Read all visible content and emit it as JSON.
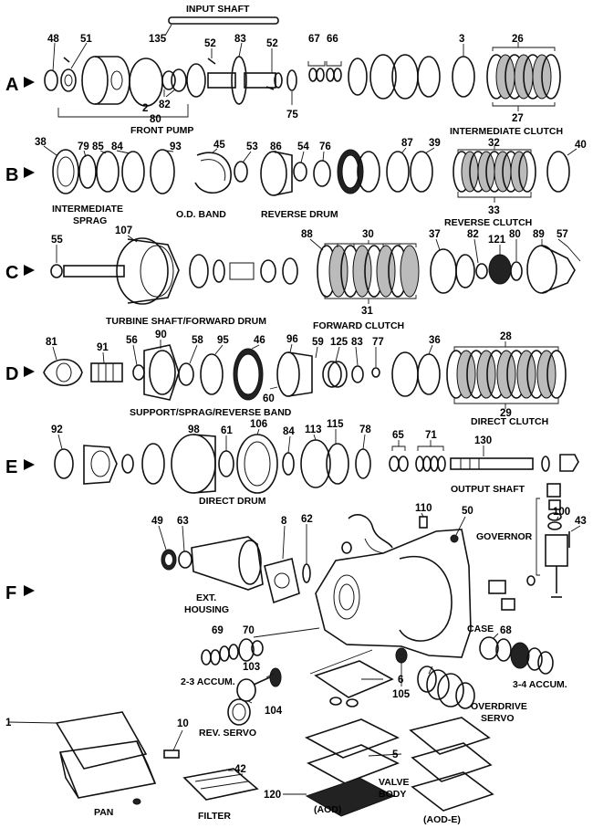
{
  "rows": {
    "a": "A",
    "b": "B",
    "c": "C",
    "d": "D",
    "e": "E",
    "f": "F"
  },
  "captions": {
    "input_shaft": "INPUT SHAFT",
    "front_pump": "FRONT PUMP",
    "intermediate_clutch": "INTERMEDIATE CLUTCH",
    "intermediate": "INTERMEDIATE",
    "sprag": "SPRAG",
    "od_band": "O.D. BAND",
    "reverse_drum": "REVERSE DRUM",
    "reverse_clutch": "REVERSE CLUTCH",
    "turbine_shaft_forward_drum": "TURBINE SHAFT/FORWARD DRUM",
    "forward_clutch": "FORWARD CLUTCH",
    "support_sprag_reverse_band": "SUPPORT/SPRAG/REVERSE BAND",
    "direct_clutch": "DIRECT CLUTCH",
    "direct_drum": "DIRECT DRUM",
    "output_shaft": "OUTPUT SHAFT",
    "governor": "GOVERNOR",
    "ext": "EXT.",
    "housing": "HOUSING",
    "case": "CASE",
    "accum_23": "2-3 ACCUM.",
    "accum_34": "3-4 ACCUM.",
    "overdrive": "OVERDRIVE",
    "servo": "SERVO",
    "rev_servo": "REV. SERVO",
    "valve": "VALVE",
    "body": "BODY",
    "aod": "(AOD)",
    "aode": "(AOD-E)",
    "pan": "PAN",
    "filter": "FILTER"
  },
  "numbers": {
    "n135": "135",
    "n48": "48",
    "n51": "51",
    "n52a": "52",
    "n83a": "83",
    "n52b": "52",
    "n67": "67",
    "n66": "66",
    "n3": "3",
    "n26": "26",
    "n2": "2",
    "n82a": "82",
    "n80a": "80",
    "n75": "75",
    "n27": "27",
    "n38": "38",
    "n79": "79",
    "n85": "85",
    "n84a": "84",
    "n93": "93",
    "n45": "45",
    "n53": "53",
    "n86": "86",
    "n54": "54",
    "n76": "76",
    "n87": "87",
    "n39": "39",
    "n32": "32",
    "n40": "40",
    "n33": "33",
    "n55": "55",
    "n107": "107",
    "n88": "88",
    "n30": "30",
    "n37": "37",
    "n82b": "82",
    "n121": "121",
    "n80b": "80",
    "n89": "89",
    "n57": "57",
    "n31": "31",
    "n81": "81",
    "n91": "91",
    "n56": "56",
    "n90": "90",
    "n58": "58",
    "n95": "95",
    "n46": "46",
    "n96": "96",
    "n59": "59",
    "n125": "125",
    "n83b": "83",
    "n77": "77",
    "n36": "36",
    "n28": "28",
    "n60": "60",
    "n29": "29",
    "n92": "92",
    "n98": "98",
    "n61": "61",
    "n106": "106",
    "n84b": "84",
    "n113": "113",
    "n115": "115",
    "n78": "78",
    "n65": "65",
    "n71": "71",
    "n130": "130",
    "n100": "100",
    "n43": "43",
    "n49": "49",
    "n63": "63",
    "n8": "8",
    "n62": "62",
    "n110": "110",
    "n50": "50",
    "n69": "69",
    "n70": "70",
    "n68": "68",
    "n103": "103",
    "n6": "6",
    "n105": "105",
    "n104": "104",
    "n1": "1",
    "n10": "10",
    "n42": "42",
    "n5": "5",
    "n120": "120"
  }
}
